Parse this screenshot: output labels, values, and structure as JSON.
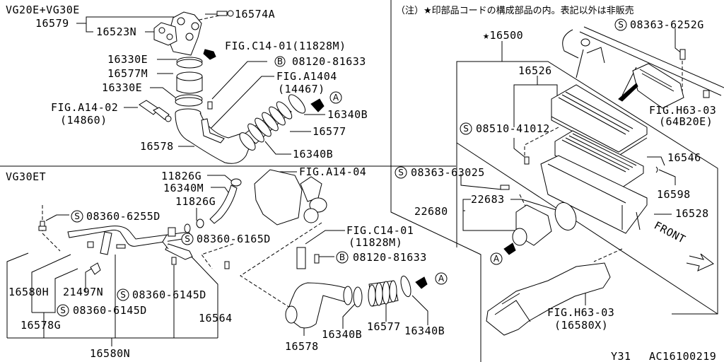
{
  "sections": {
    "top_left_title": "VG20E+VG30E",
    "bottom_left_title": "VG30ET",
    "note": "（注）★印部品コードの構成部品の内。表記以外は非販売"
  },
  "labels": {
    "p16579": "16579",
    "p16523N": "16523N",
    "p16574A": "16574A",
    "p16330E_1": "16330E",
    "p16577M": "16577M",
    "p16330E_2": "16330E",
    "figA1402": "FIG.A14-02",
    "figA1402_code": "(14860)",
    "p16578_top": "16578",
    "figC1401_top": "FIG.C14-01(11828M)",
    "b08120_top": "08120-81633",
    "figA1404_top": "FIG.A1404",
    "figA1404_top_code": "(14467)",
    "p16340B_top1": "16340B",
    "p16577_top": "16577",
    "p16340B_top2": "16340B",
    "p11826G_1": "11826G",
    "p16340M": "16340M",
    "p11826G_2": "11826G",
    "s08360_6255D": "08360-6255D",
    "s08360_6165D": "08360-6165D",
    "p16580H": "16580H",
    "p21497N": "21497N",
    "s08360_6145D_1": "08360-6145D",
    "s08360_6145D_2": "08360-6145D",
    "p16578G": "16578G",
    "p16564": "16564",
    "p16580N": "16580N",
    "figA1404_mid": "FIG.A14-04",
    "figC1401_mid": "FIG.C14-01",
    "figC1401_mid_code": "(11828M)",
    "b08120_mid": "08120-81633",
    "p16578_bot": "16578",
    "p16340B_bot1": "16340B",
    "p16577_bot": "16577",
    "p16340B_bot2": "16340B",
    "star16500": "16500",
    "s08363_6252G": "08363-6252G",
    "p16526": "16526",
    "s08510_41012": "08510-41012",
    "figH6303_top": "FIG.H63-03",
    "figH6303_top_code": "(64B20E)",
    "p16546": "16546",
    "s08363_63025": "08363-63025",
    "p16598": "16598",
    "p22683": "22683",
    "p22680": "22680",
    "p16528": "16528",
    "front": "FRONT",
    "figH6303_bot": "FIG.H63-03",
    "figH6303_bot_code": "(16580X)",
    "page_code": "Y31",
    "doc_code": "AC16100219"
  },
  "markers": {
    "S": "S",
    "B": "B",
    "A": "A",
    "star": "★"
  }
}
